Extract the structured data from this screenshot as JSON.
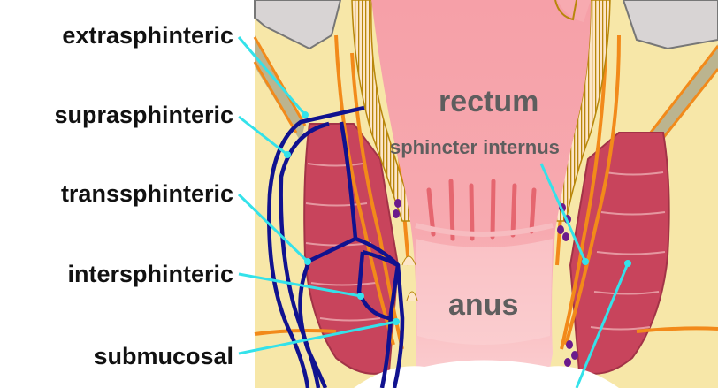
{
  "labels": {
    "extrasphinteric": "extrasphinteric",
    "suprasphinteric": "suprasphinteric",
    "transsphinteric": "transsphinteric",
    "intersphinteric": "intersphinteric",
    "submucosal": "submucosal",
    "rectum": "rectum",
    "sphincter_internus": "sphincter internus",
    "anus": "anus"
  },
  "colors": {
    "fistula_path": "#10128f",
    "pointer_line": "#34e2ea",
    "muscle": "#c8445c",
    "fat": "#f7e7a8",
    "mucosa": "#f39aa2",
    "sphincter": "#f28a1a",
    "vessels": "#6b1a8c"
  }
}
